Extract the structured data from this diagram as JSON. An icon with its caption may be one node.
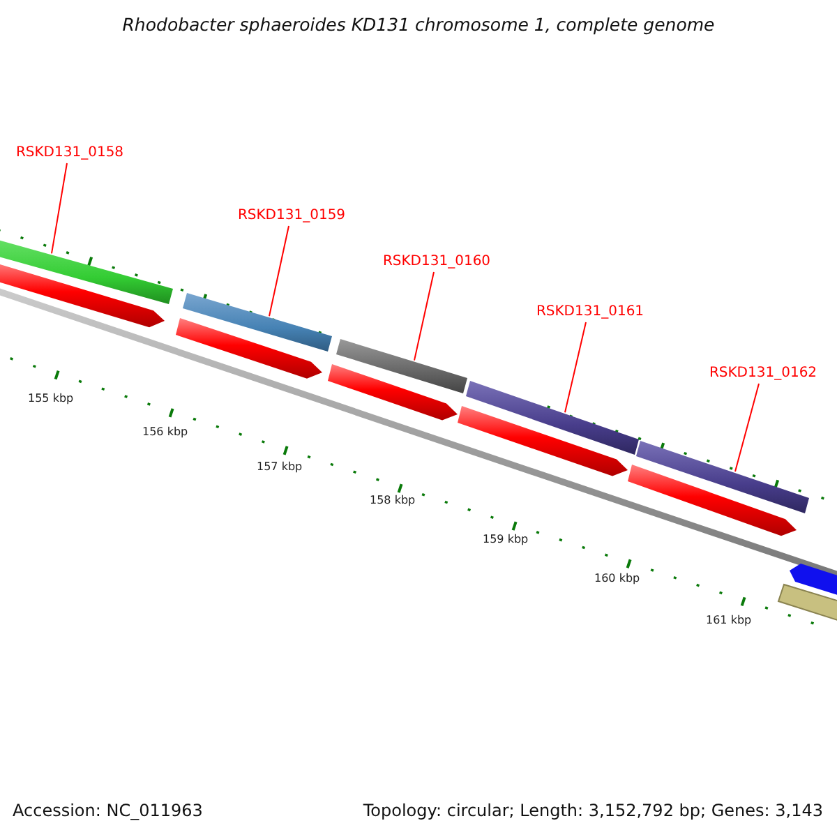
{
  "diagram": {
    "title": "Rhodobacter sphaeroides KD131 chromosome 1, complete genome",
    "nodes": [
      {
        "text": [
          "RSKD131_0158"
        ]
      },
      {
        "text": [
          "RSKD131_0159"
        ]
      },
      {
        "text": [
          "RSKD131_0160"
        ]
      },
      {
        "text": [
          "RSKD131_0161"
        ]
      },
      {
        "text": [
          "RSKD131_0162"
        ]
      },
      {
        "text": [],
        "shape": "bar"
      },
      {
        "text": [],
        "shape": "bar"
      },
      {
        "text": [],
        "shape": "bar"
      },
      {
        "text": [],
        "shape": "bar"
      },
      {
        "text": [],
        "shape": "bar"
      }
    ],
    "edges": [
      {
        "from": 0,
        "to": 5,
        "arrow": "none",
        "color": "#ff0000"
      },
      {
        "from": 1,
        "to": 6,
        "arrow": "none",
        "color": "#ff0000"
      },
      {
        "from": 2,
        "to": 7,
        "arrow": "none",
        "color": "#ff0000"
      },
      {
        "from": 3,
        "to": 8,
        "arrow": "none",
        "color": "#ff0000"
      },
      {
        "from": 4,
        "to": 9,
        "arrow": "none",
        "color": "#ff0000"
      }
    ],
    "labels": [
      "155 kbp",
      "156 kbp",
      "157 kbp",
      "158 kbp",
      "159 kbp",
      "160 kbp",
      "161 kbp",
      "Accession: NC_011963",
      "Topology: circular; Length: 3,152,792 bp; Genes: 3,143"
    ]
  }
}
